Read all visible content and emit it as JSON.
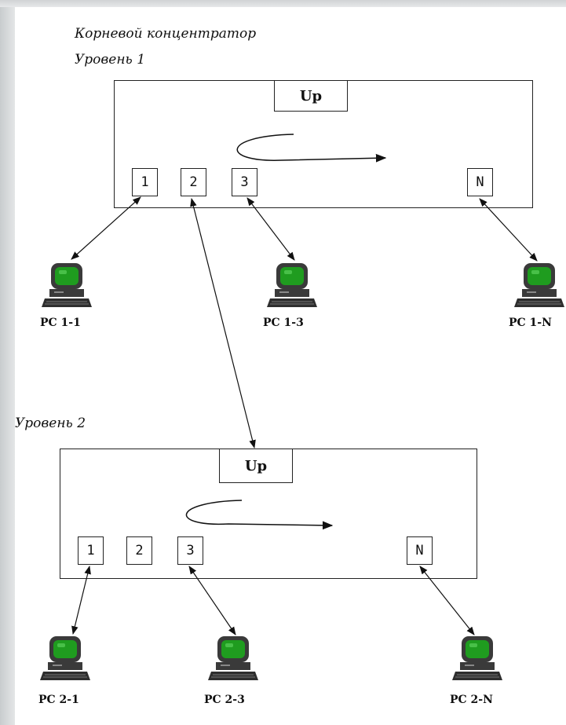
{
  "level1": {
    "caption_line1": "Корневой концентратор",
    "caption_line2": "Уровень 1",
    "up_label": "Up",
    "ports": [
      "1",
      "2",
      "3",
      "N"
    ],
    "pcs": [
      "PC 1-1",
      "PC 1-3",
      "PC 1-N"
    ]
  },
  "level2": {
    "caption": "Уровень 2",
    "up_label": "Up",
    "ports": [
      "1",
      "2",
      "3",
      "N"
    ],
    "pcs": [
      "PC 2-1",
      "PC 2-3",
      "PC 2-N"
    ]
  },
  "colors": {
    "line": "#111111",
    "screen": "#1f9c1f",
    "computer_body": "#3a3a3a"
  },
  "icons": [
    "computer-icon",
    "circular-arrow-icon"
  ]
}
